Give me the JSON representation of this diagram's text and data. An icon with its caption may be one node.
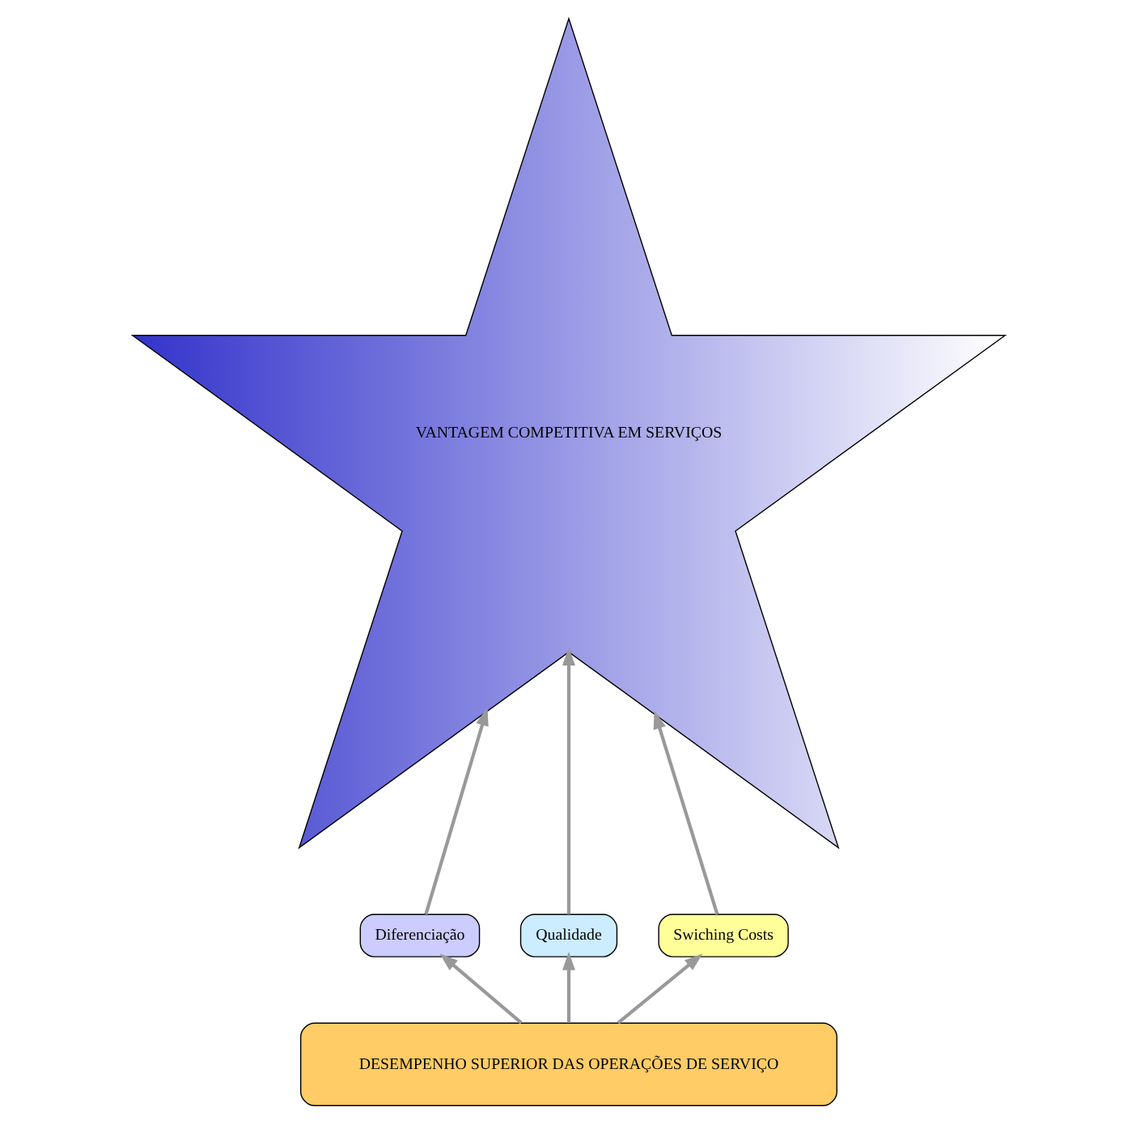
{
  "diagram": {
    "nodes": [
      {
        "text": [
          "VANTAGEM COMPETITIVA EM SERVIÇOS"
        ]
      },
      {
        "text": [
          "Diferenciação"
        ]
      },
      {
        "text": [
          "Qualidade"
        ]
      },
      {
        "text": [
          "Swiching Costs"
        ]
      },
      {
        "text": [
          "DESEMPENHO SUPERIOR DAS OPERAÇÕES DE SERVIÇO"
        ]
      }
    ],
    "edges": [
      {
        "from": 1,
        "to": 0,
        "arrow": "to"
      },
      {
        "from": 2,
        "to": 0,
        "arrow": "to"
      },
      {
        "from": 3,
        "to": 0,
        "arrow": "to"
      },
      {
        "from": 4,
        "to": 1,
        "arrow": "to"
      },
      {
        "from": 4,
        "to": 2,
        "arrow": "to"
      },
      {
        "from": 4,
        "to": 3,
        "arrow": "to"
      }
    ]
  }
}
